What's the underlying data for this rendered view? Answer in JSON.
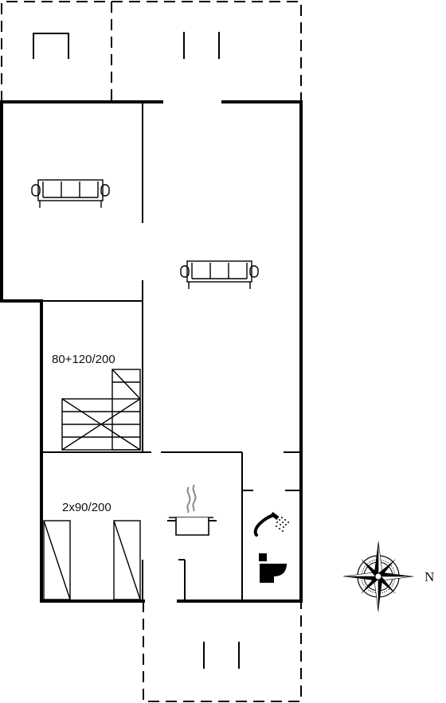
{
  "labels": {
    "bedroom_1": "80+120/200",
    "bedroom_2": "2x90/200",
    "north": "N"
  },
  "icons": [
    "sofa-icon",
    "sofa-icon",
    "stairs-icon",
    "cooking-pot-icon",
    "shower-icon",
    "toilet-icon",
    "bed-icon",
    "compass-rose-icon"
  ],
  "colors": {
    "line": "#000000",
    "background": "#ffffff"
  }
}
